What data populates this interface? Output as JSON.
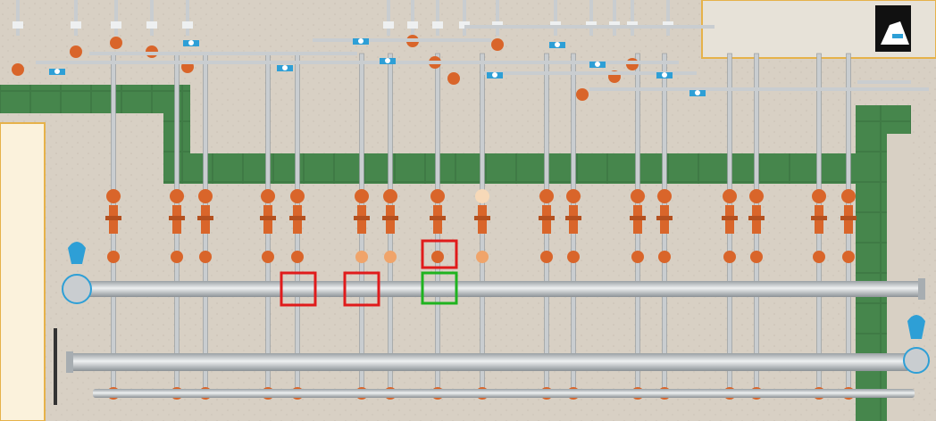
{
  "scene": {
    "type": "piping-manifold-plant-view",
    "colors": {
      "floor": "#d8d0c4",
      "floor_speckle": "#c9c0b3",
      "grass": "#3f7a45",
      "grass_dark": "#2f6236",
      "pipe": "#c9cdd0",
      "pipe_dark": "#8f9599",
      "valve_orange": "#d9652a",
      "valve_light": "#f0a46a",
      "flow_meter_blue": "#2e9fd6",
      "selection_red": "#e01b1b",
      "selection_green": "#1fb31f",
      "panel_white": "#fbf2dc",
      "panel_border": "#e6b24a"
    },
    "highlights": [
      {
        "name": "red-selection-1",
        "color": "red"
      },
      {
        "name": "red-selection-2",
        "color": "red"
      },
      {
        "name": "red-selection-3",
        "color": "red"
      },
      {
        "name": "green-selection",
        "color": "green"
      }
    ],
    "icons": [
      "minimap-icon",
      "flow-meter-icon",
      "valve-icon",
      "pump-icon"
    ]
  }
}
